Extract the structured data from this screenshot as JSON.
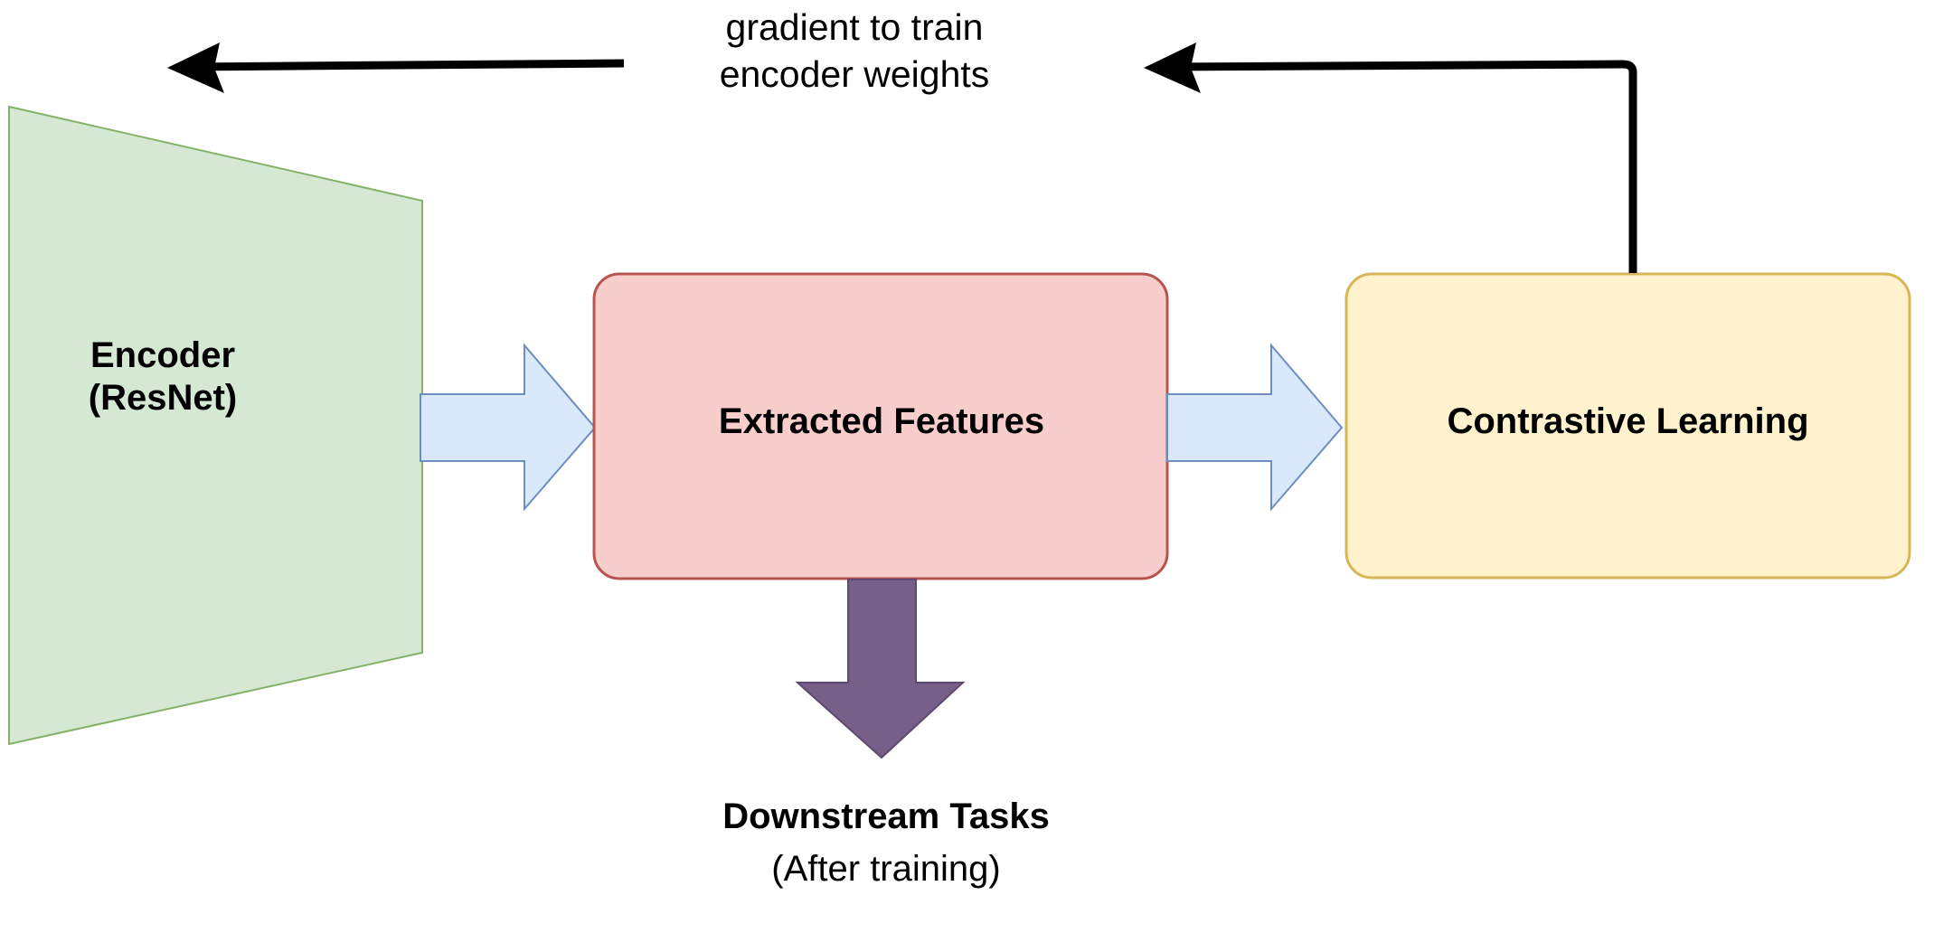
{
  "diagram": {
    "title_text_present": false,
    "background_color": "#ffffff",
    "nodes": [
      {
        "id": "encoder",
        "shape": "trapezoid",
        "label_line_1": "Encoder",
        "label_line_2": "(ResNet)",
        "fill": "#d5e8d4",
        "stroke": "#82b366"
      },
      {
        "id": "extracted-features",
        "shape": "rounded-rectangle",
        "label": "Extracted Features",
        "fill": "#f8cecc",
        "stroke": "#b85450"
      },
      {
        "id": "contrastive-learning",
        "shape": "rounded-rectangle",
        "label": "Contrastive Learning",
        "fill": "#fff2cc",
        "stroke": "#d6b656"
      }
    ],
    "connectors": [
      {
        "id": "encoder-to-features",
        "type": "block-arrow-right",
        "fill": "#dae8fc",
        "stroke": "#6c8ebf",
        "label": ""
      },
      {
        "id": "features-to-contrastive",
        "type": "block-arrow-right",
        "fill": "#dae8fc",
        "stroke": "#6c8ebf",
        "label": ""
      },
      {
        "id": "features-to-downstream",
        "type": "block-arrow-down",
        "fill": "#76608a",
        "stroke": "#5e4a70",
        "label": ""
      },
      {
        "id": "gradient-feedback",
        "type": "line-arrow-left",
        "stroke": "#000000",
        "label_line_1": "gradient to train",
        "label_line_2": "encoder weights"
      }
    ],
    "annotations": [
      {
        "id": "downstream-tasks",
        "label_line_1": "Downstream Tasks",
        "label_line_2": "(After training)",
        "color": "#000000"
      }
    ]
  }
}
